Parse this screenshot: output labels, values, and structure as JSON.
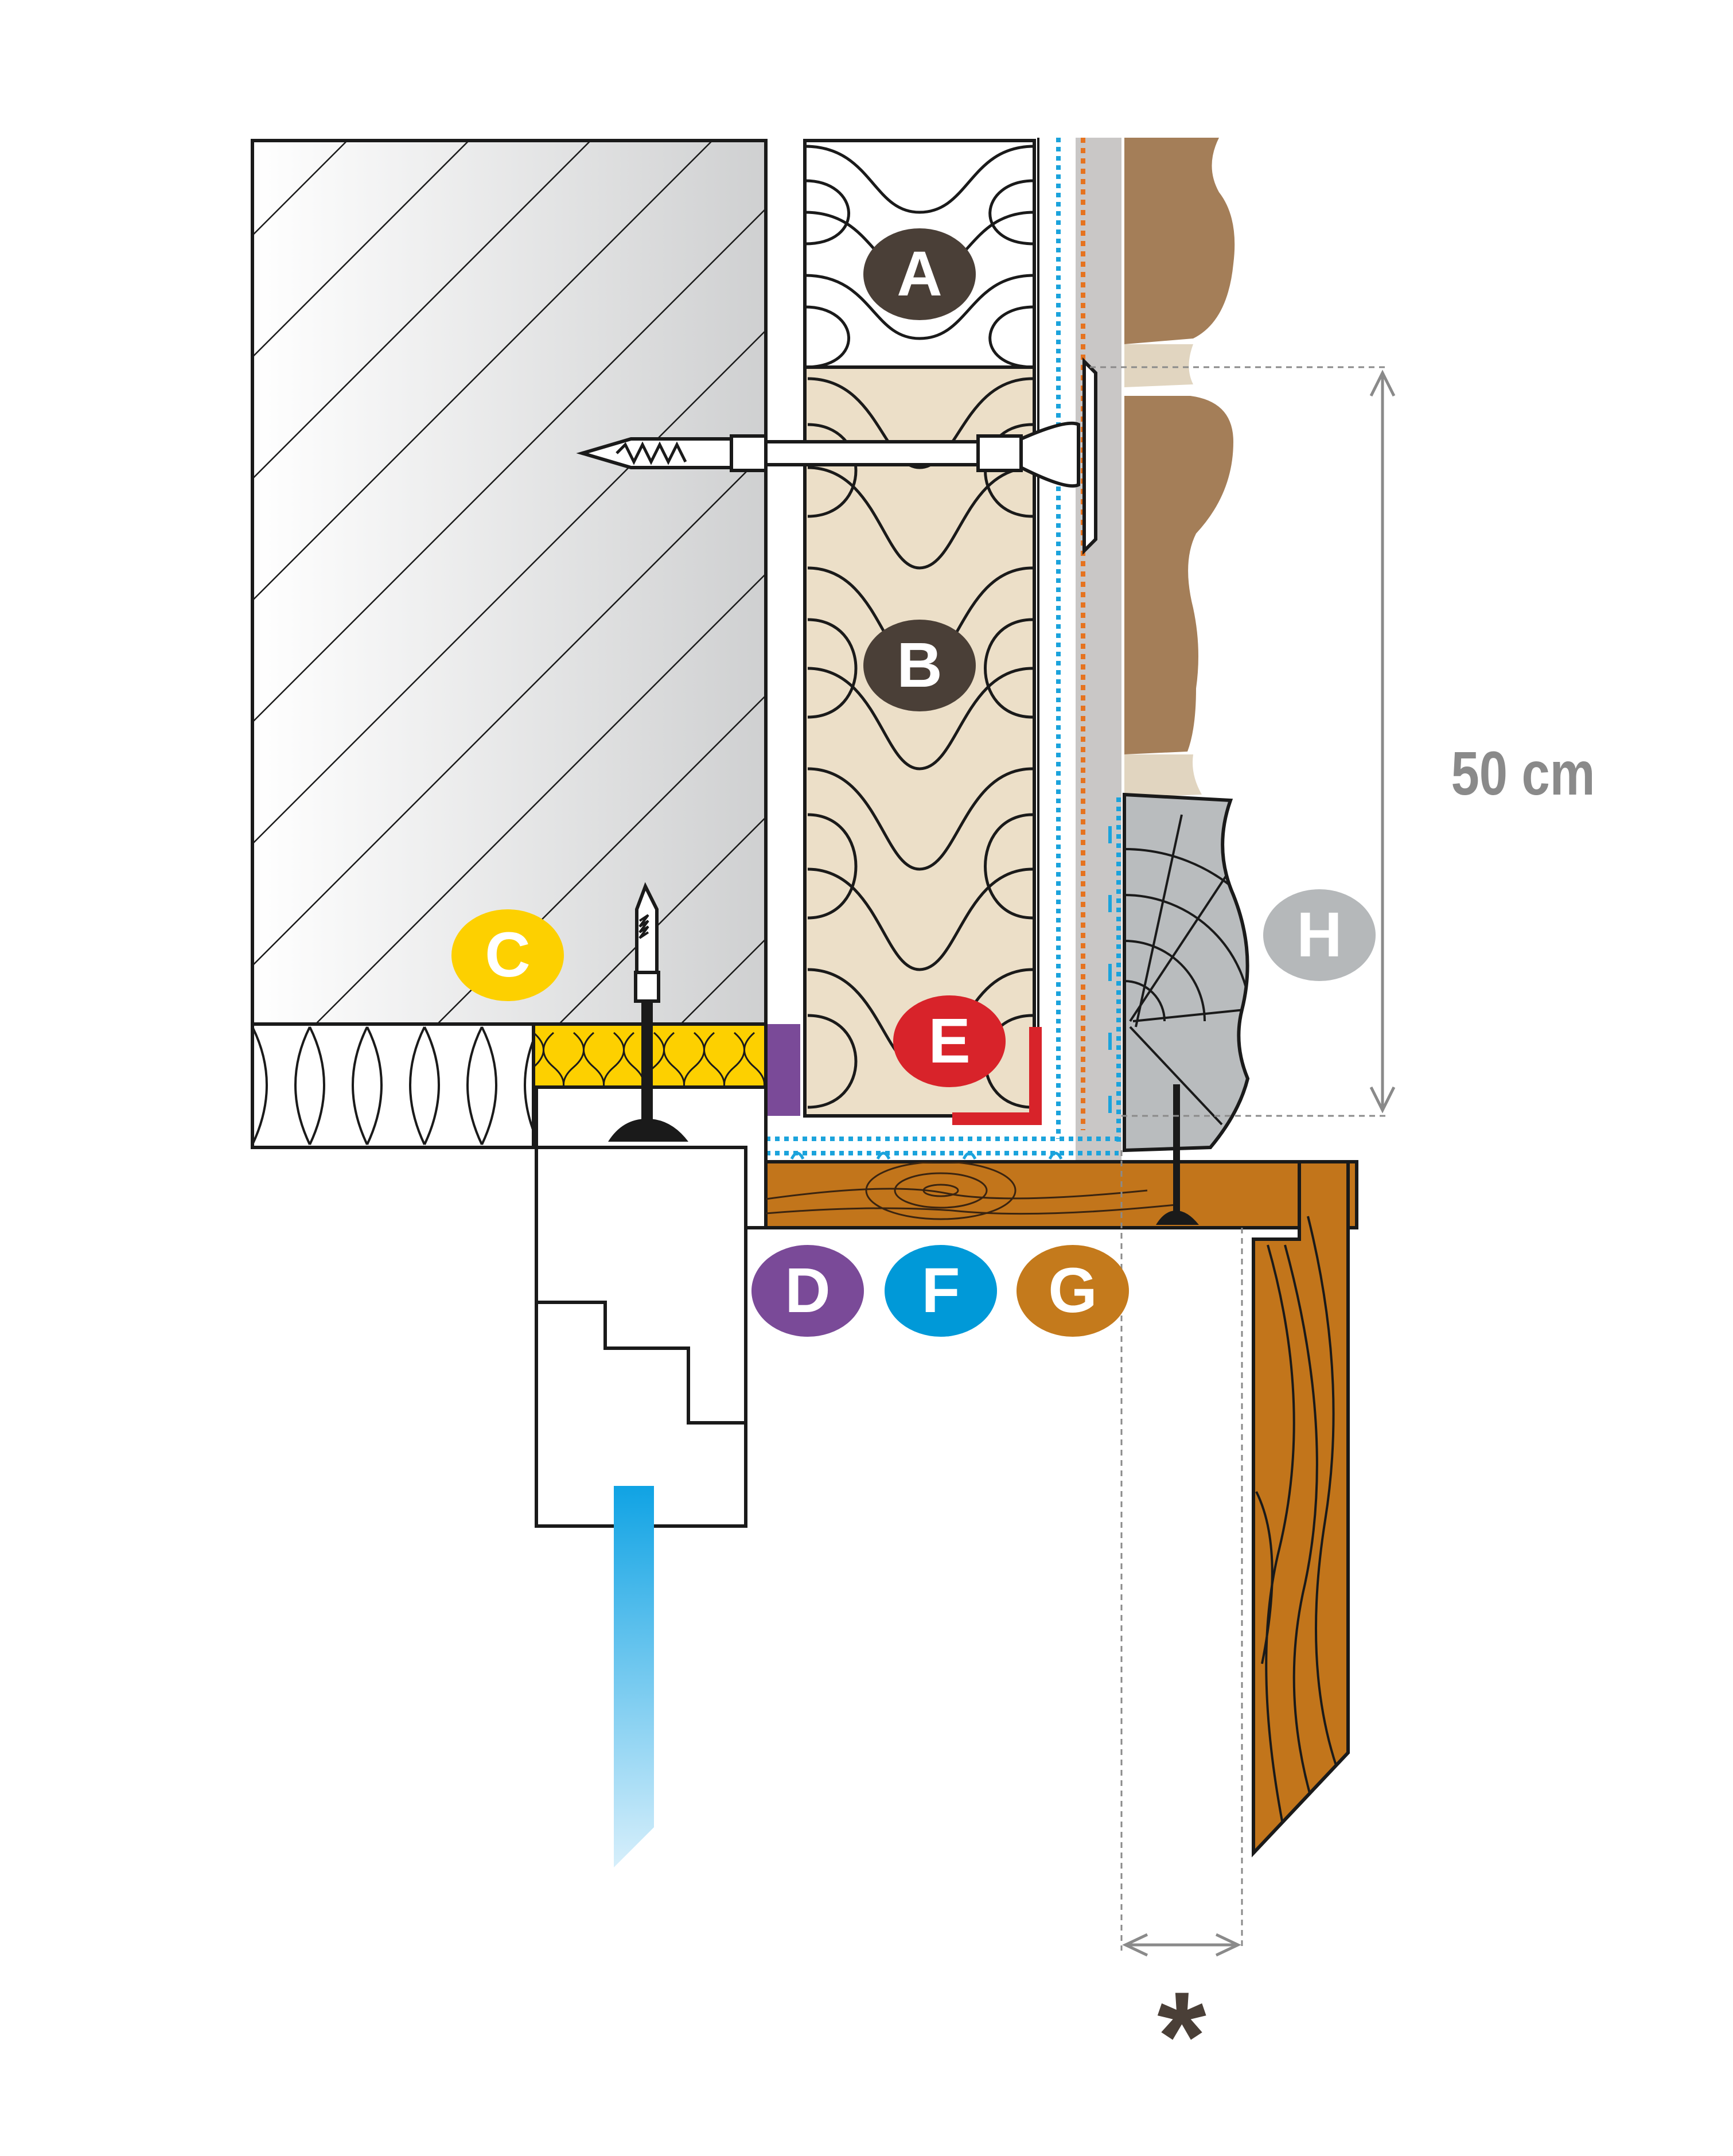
{
  "colors": {
    "dark_label": "#4a3f37",
    "yellow": "#fdd000",
    "purple": "#7a4a98",
    "red": "#d8232a",
    "blue": "#0099d8",
    "orange_brown": "#c47a1c",
    "grey_label": "#b5b8ba",
    "timber": "#c2751b",
    "stone": "#a47e58",
    "insulation_cream": "#ecdfc8",
    "dimension_grey": "#8a8a8a"
  },
  "labels": {
    "A": "A",
    "B": "B",
    "C": "C",
    "D": "D",
    "E": "E",
    "F": "F",
    "G": "G",
    "H": "H"
  },
  "dimensions": {
    "height_label": "50 cm",
    "asterisk": "*"
  }
}
